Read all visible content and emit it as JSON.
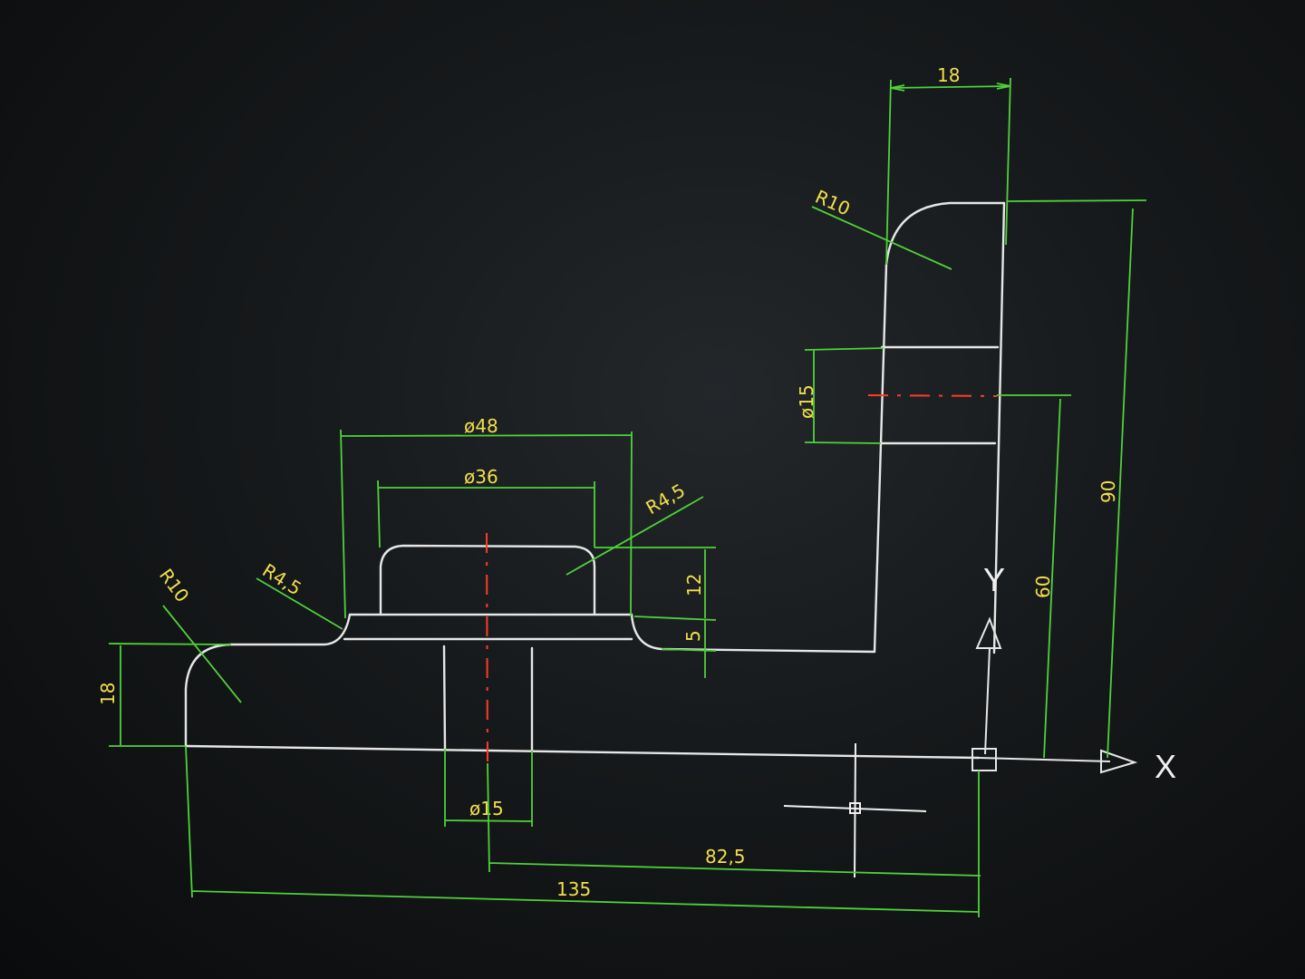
{
  "dimensions": {
    "d18_top": "18",
    "r10_top": "R10",
    "d15_hole": "ø15",
    "d90": "90",
    "d60": "60",
    "d48": "ø48",
    "d36": "ø36",
    "r45_right": "R4,5",
    "r45_left": "R4,5",
    "d12": "12",
    "d5": "5",
    "r10_left": "R10",
    "d18_left": "18",
    "d15_bottom": "ø15",
    "d82_5": "82,5",
    "d135": "135"
  },
  "axes": {
    "x_label": "X",
    "y_label": "Y"
  },
  "colors": {
    "geometry": "#e6e6e6",
    "dimension_lines": "#4fd13a",
    "dimension_text": "#f3df4a",
    "center_lines": "#ff3a2a",
    "background": "#16191b"
  }
}
